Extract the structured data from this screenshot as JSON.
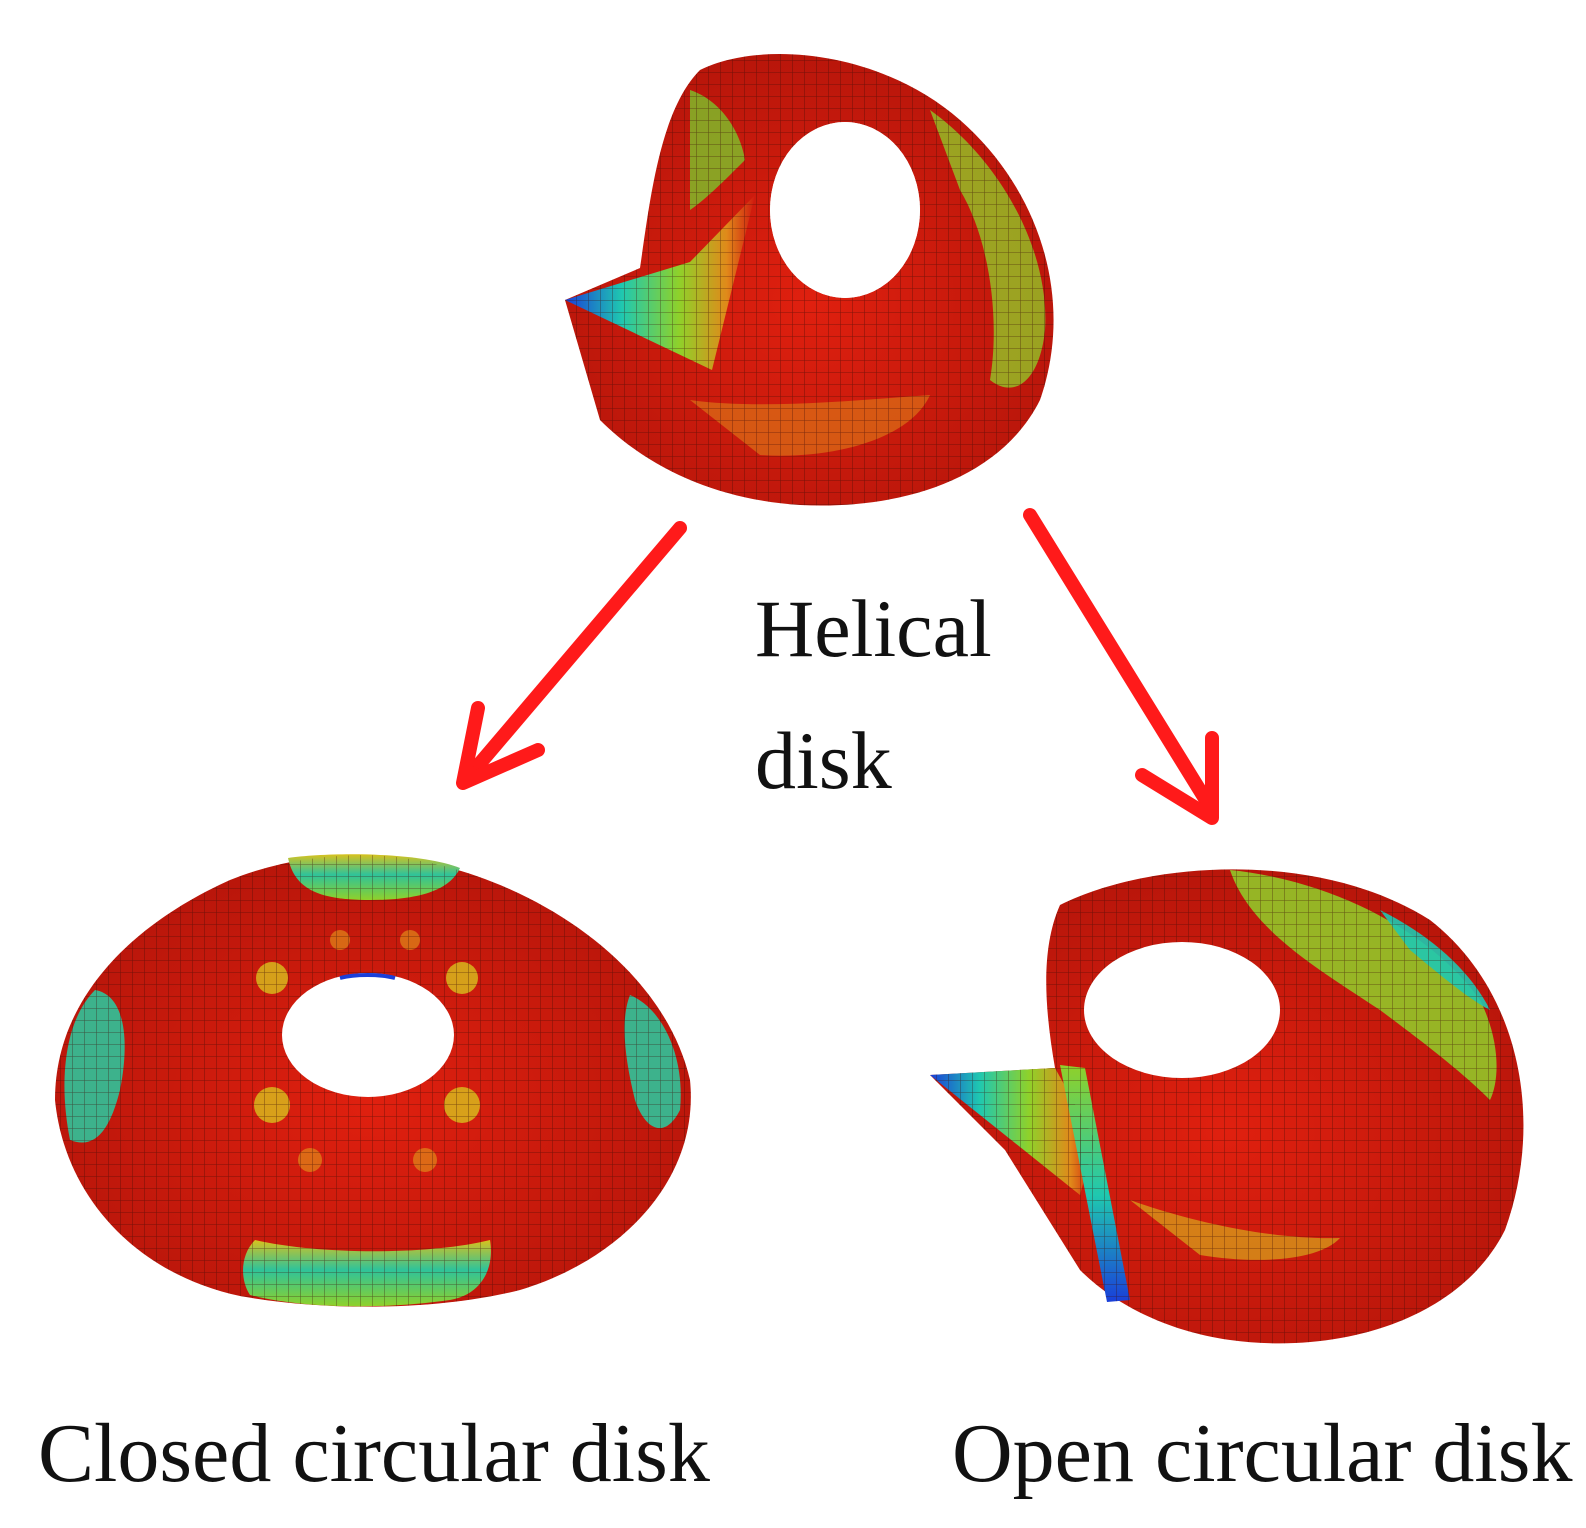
{
  "labels": {
    "helical_line1": "Helical",
    "helical_line2": "disk",
    "closed": "Closed circular disk",
    "open": "Open circular disk"
  },
  "colors": {
    "arrow": "#ff1a1a",
    "contour_high": "#d11a0f",
    "contour_mid_high": "#e08a1a",
    "contour_mid": "#8fd12a",
    "contour_low_mid": "#1fc8b0",
    "contour_low": "#1a3fd9",
    "mesh": "#3a0a05",
    "text": "#111111"
  }
}
